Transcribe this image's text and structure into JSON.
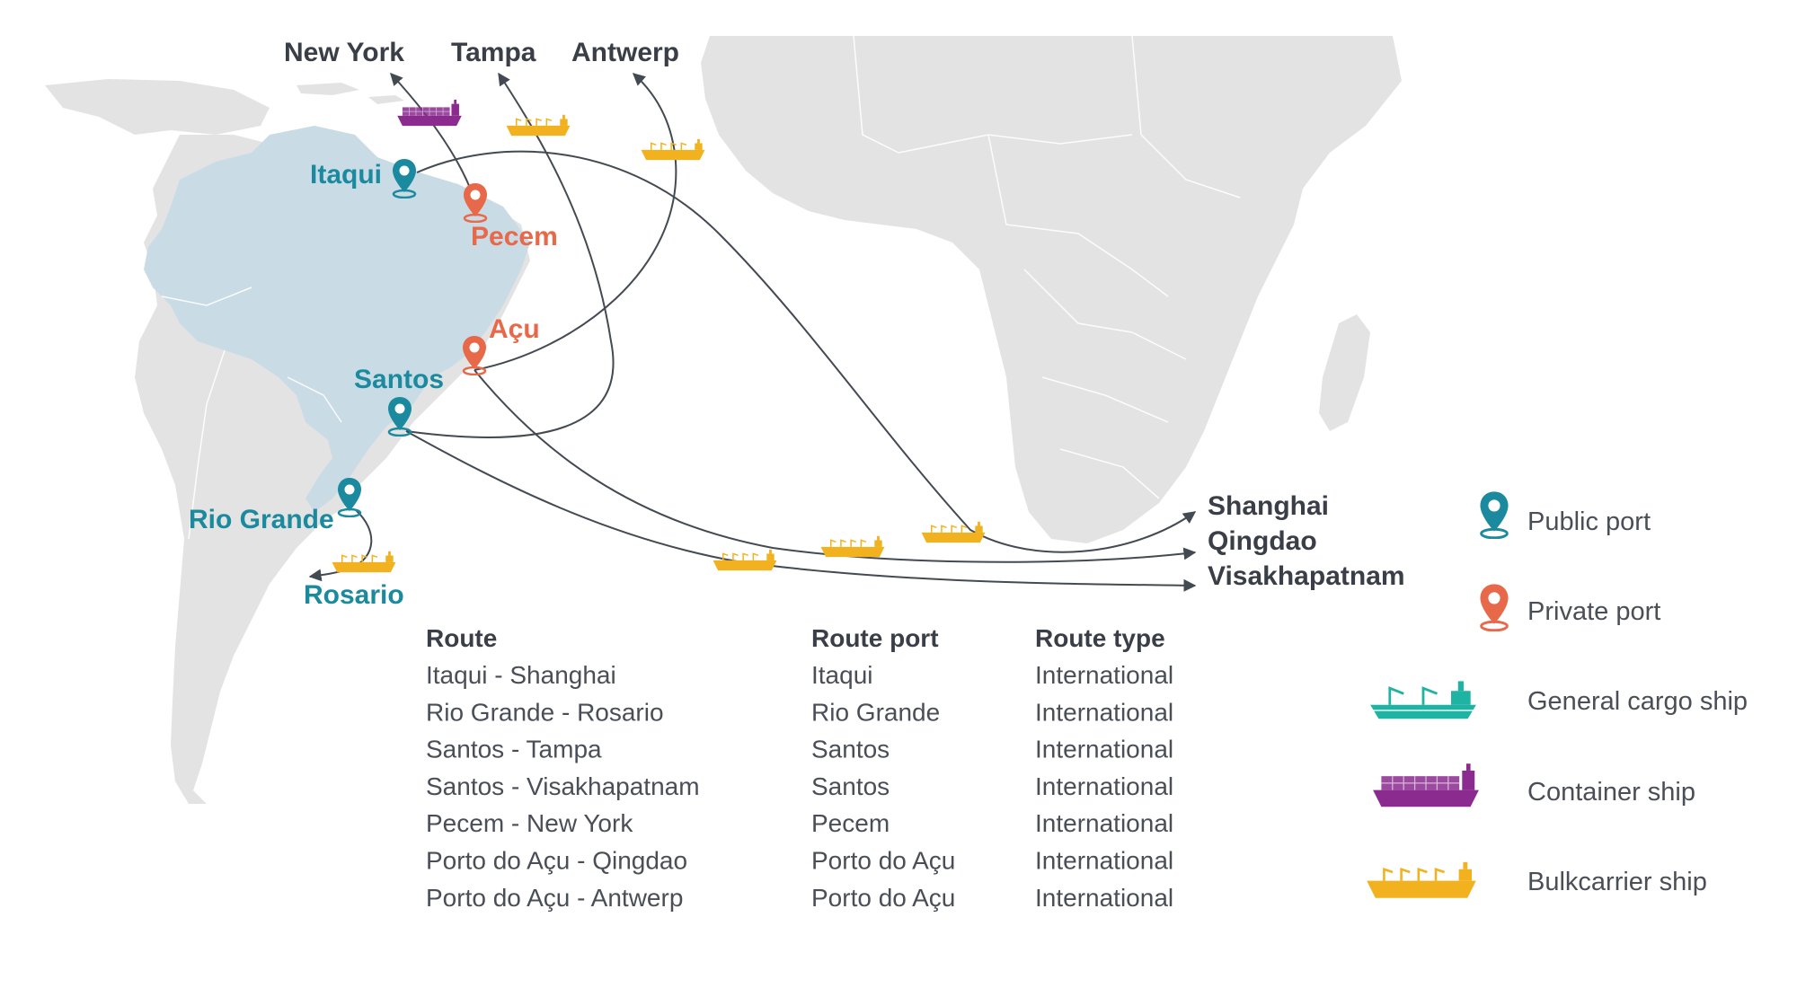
{
  "colors": {
    "land": "#e3e3e3",
    "brazil": "#c9dbe5",
    "public_port": "#1b8a9e",
    "private_port": "#e8684a",
    "general_cargo": "#1fb3a4",
    "container": "#8b2a8f",
    "bulkcarrier": "#f2b21f",
    "route_line": "#444a52",
    "text_dark": "#3a3f47"
  },
  "destinations": {
    "new_york": "New York",
    "tampa": "Tampa",
    "antwerp": "Antwerp",
    "shanghai": "Shanghai",
    "qingdao": "Qingdao",
    "visakhapatnam": "Visakhapatnam",
    "rosario": "Rosario"
  },
  "ports": {
    "itaqui": {
      "name": "Itaqui",
      "type": "public"
    },
    "pecem": {
      "name": "Pecem",
      "type": "private"
    },
    "acu": {
      "name": "Açu",
      "type": "private"
    },
    "santos": {
      "name": "Santos",
      "type": "public"
    },
    "rio_grande": {
      "name": "Rio Grande",
      "type": "public"
    }
  },
  "table": {
    "headers": {
      "route": "Route",
      "port": "Route port",
      "type": "Route type"
    },
    "rows": [
      {
        "route": "Itaqui - Shanghai",
        "port": "Itaqui",
        "type": "International"
      },
      {
        "route": "Rio Grande - Rosario",
        "port": "Rio Grande",
        "type": "International"
      },
      {
        "route": "Santos - Tampa",
        "port": "Santos",
        "type": "International"
      },
      {
        "route": "Santos - Visakhapatnam",
        "port": "Santos",
        "type": "International"
      },
      {
        "route": "Pecem - New York",
        "port": "Pecem",
        "type": "International"
      },
      {
        "route": "Porto do Açu - Qingdao",
        "port": "Porto do Açu",
        "type": "International"
      },
      {
        "route": "Porto do Açu - Antwerp",
        "port": "Porto do Açu",
        "type": "International"
      }
    ]
  },
  "legend": {
    "public_port": "Public port",
    "private_port": "Private port",
    "general_cargo": "General cargo ship",
    "container": "Container ship",
    "bulkcarrier": "Bulkcarrier ship"
  },
  "icons": {
    "public_port": "map-pin-icon",
    "private_port": "map-pin-icon",
    "general_cargo": "cargo-ship-icon",
    "container": "container-ship-icon",
    "bulkcarrier": "bulk-ship-icon"
  }
}
